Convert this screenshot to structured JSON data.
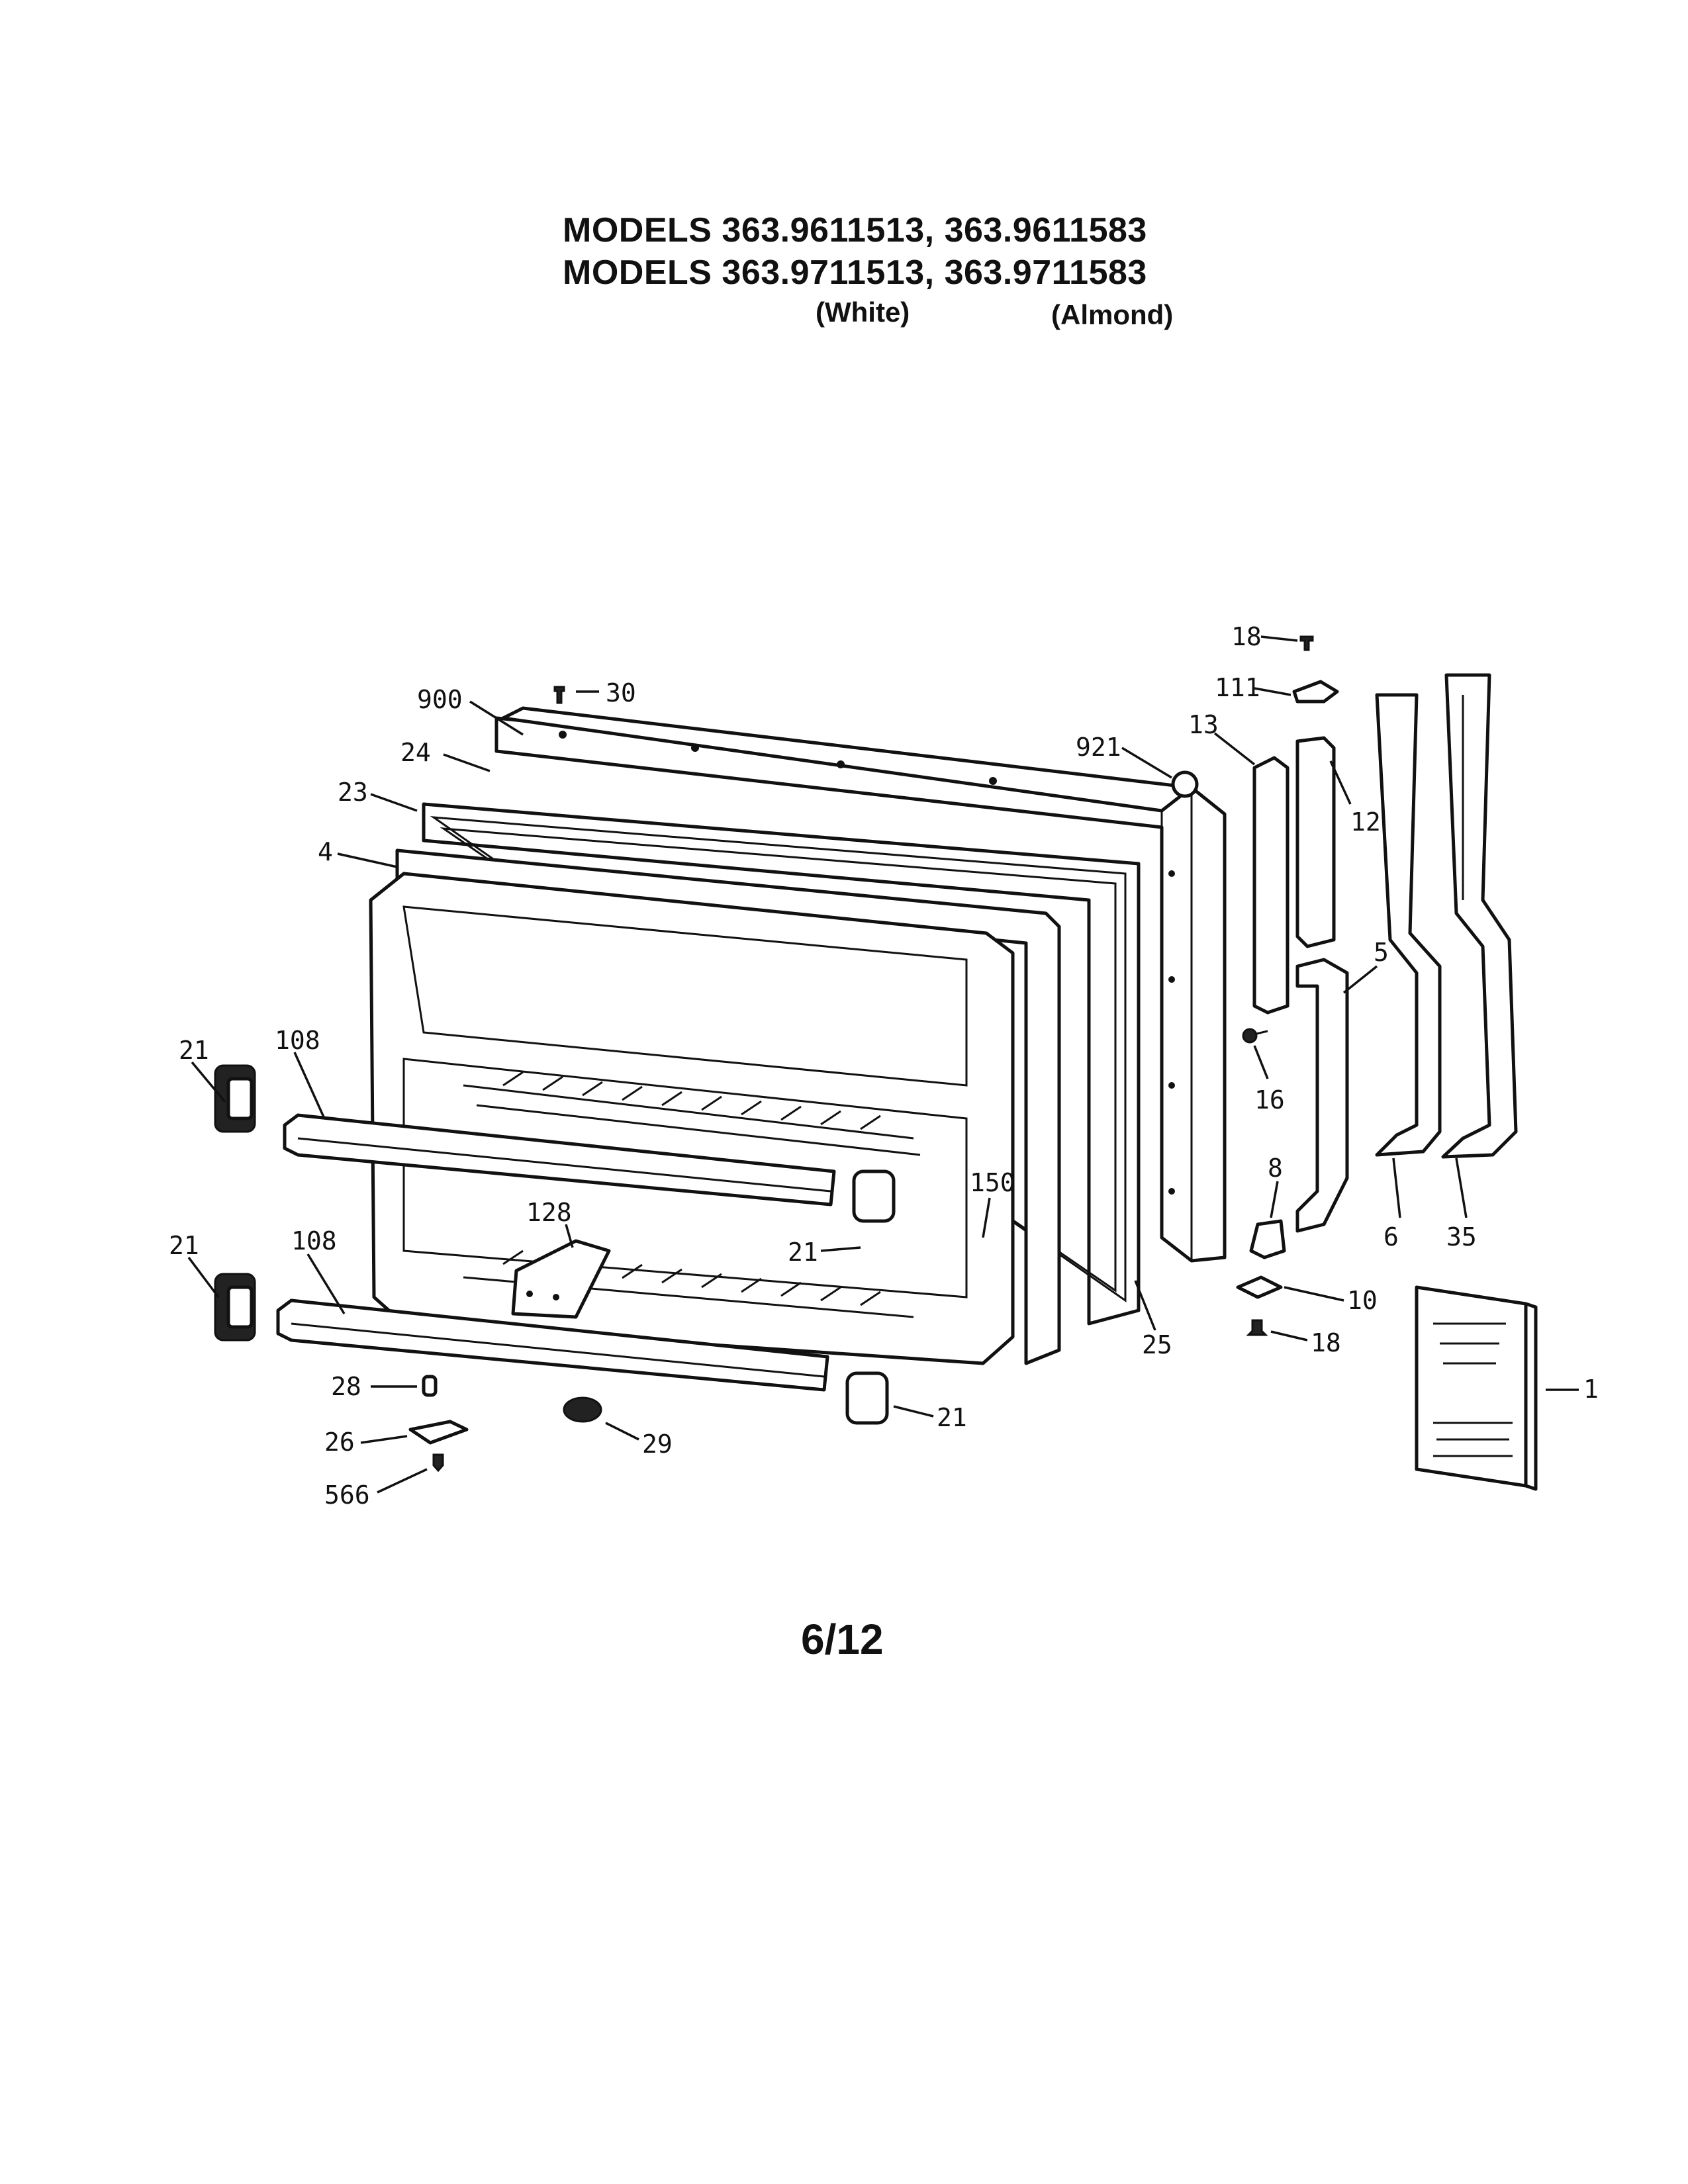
{
  "header": {
    "models_line_1": "MODELS 363.9611513, 363.9611583",
    "models_line_2": "MODELS 363.9711513, 363.9711583",
    "color_white": "(White)",
    "color_almond": "(Almond)"
  },
  "diagram": {
    "callouts": {
      "c18_top": "18",
      "c30": "30",
      "c900": "900",
      "c111": "111",
      "c13": "13",
      "c921": "921",
      "c24": "24",
      "c23": "23",
      "c12": "12",
      "c4": "4",
      "c5": "5",
      "c21_upper": "21",
      "c108_upper": "108",
      "c16": "16",
      "c8": "8",
      "c150": "150",
      "c6": "6",
      "c35": "35",
      "c21_lower_left": "21",
      "c128": "128",
      "c108_lower": "108",
      "c21_mid": "21",
      "c10": "10",
      "c25": "25",
      "c18_bottom": "18",
      "c1": "1",
      "c28": "28",
      "c21_bottom": "21",
      "c26": "26",
      "c29": "29",
      "c566": "566"
    }
  },
  "footer": {
    "page_number": "6/12"
  }
}
